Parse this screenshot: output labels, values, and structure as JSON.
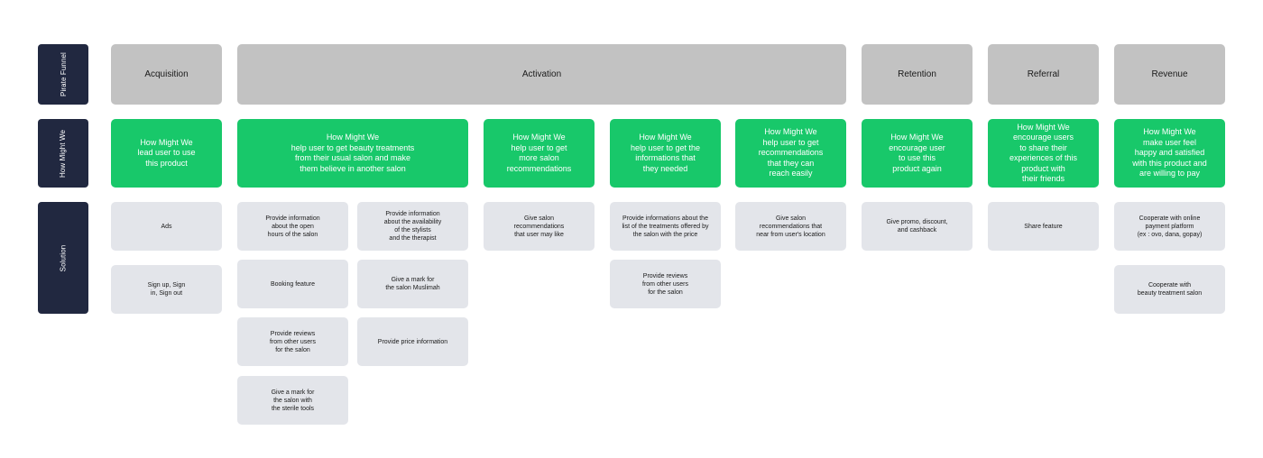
{
  "row_labels": {
    "pirate_funnel": "Pirate Funnel",
    "how_might_we": "How Might We",
    "solution": "Solution"
  },
  "stages": {
    "acquisition": "Acquisition",
    "activation": "Activation",
    "retention": "Retention",
    "referral": "Referral",
    "revenue": "Revenue"
  },
  "hmw": {
    "acquisition": "How Might We\nlead user to use\nthis product",
    "activation_1": "How Might We\nhelp user to get beauty treatments\nfrom their usual salon and make\nthem believe in another salon",
    "activation_2": "How Might We\nhelp user to get\nmore salon\nrecommendations",
    "activation_3": "How Might We\nhelp user to get the\ninformations that\nthey needed",
    "activation_4": "How Might We\nhelp user to get\nrecommendations\nthat they can\nreach easily",
    "retention": "How Might We\nencourage user\nto use this\nproduct again",
    "referral": "How Might We\nencourage users\nto share their\nexperiences of this\nproduct with\ntheir friends",
    "revenue": "How Might We\nmake user feel\nhappy and satisfied\nwith this product and\nare willing to pay"
  },
  "solutions": {
    "acq_ads": "Ads",
    "acq_signup": "Sign up, Sign\nin, Sign out",
    "act1_open_hours": "Provide information\nabout the open\nhours of the salon",
    "act1_availability": "Provide information\nabout the availability\nof the stylists\nand the therapist",
    "act1_booking": "Booking feature",
    "act1_mark_muslimah": "Give a mark for\nthe salon Muslimah",
    "act1_reviews": "Provide reviews\nfrom other users\nfor the salon",
    "act1_price": "Provide price information",
    "act1_mark_sterile": "Give a mark for\nthe salon with\nthe sterile tools",
    "act2_recommendations": "Give salon\nrecommendations\nthat user may like",
    "act3_treatments": "Provide informations about the\nlist of the treatments offered by\nthe salon with the price",
    "act3_reviews": "Provide reviews\nfrom other users\nfor the salon",
    "act4_near": "Give salon\nrecommendations that\nnear from user's location",
    "ret_promo": "Give promo, discount,\nand cashback",
    "ref_share": "Share feature",
    "rev_payment": "Cooperate with online\npayment platform\n(ex : ovo, dana, gopay)",
    "rev_beauty": "Cooperate with\nbeauty treatment salon"
  },
  "colors": {
    "label_bg": "#212840",
    "stage_bg": "#c2c2c2",
    "hmw_bg": "#18c86a",
    "solution_bg": "#e3e5ea"
  }
}
